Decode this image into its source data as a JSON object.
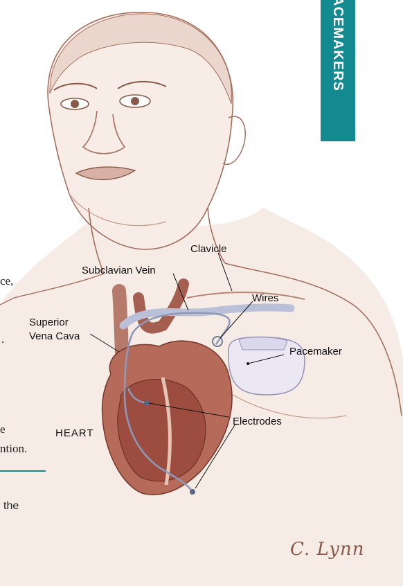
{
  "side_tab": {
    "label": "ACEMAKERS",
    "color": "#138a8f"
  },
  "labels": {
    "clavicle": "Clavicle",
    "subclavian_vein": "Subclavian Vein",
    "wires": "Wires",
    "superior_vena_cava_1": "Superior",
    "superior_vena_cava_2": "Vena Cava",
    "pacemaker": "Pacemaker",
    "electrodes": "Electrodes",
    "heart": "HEART"
  },
  "text_fragments": {
    "frag_1": "ce,",
    "frag_2": ".",
    "frag_3": "e",
    "frag_4": "ntion.",
    "frag_5": "the"
  },
  "signature": "C. Lynn",
  "colors": {
    "line_art": "#a66f5e",
    "skin_wash": "#f4e6df",
    "heart_red": "#8e4a3c",
    "vein_blue": "#aab3cf",
    "device_lilac": "#e7e4f1",
    "accent": "#138a8f"
  }
}
